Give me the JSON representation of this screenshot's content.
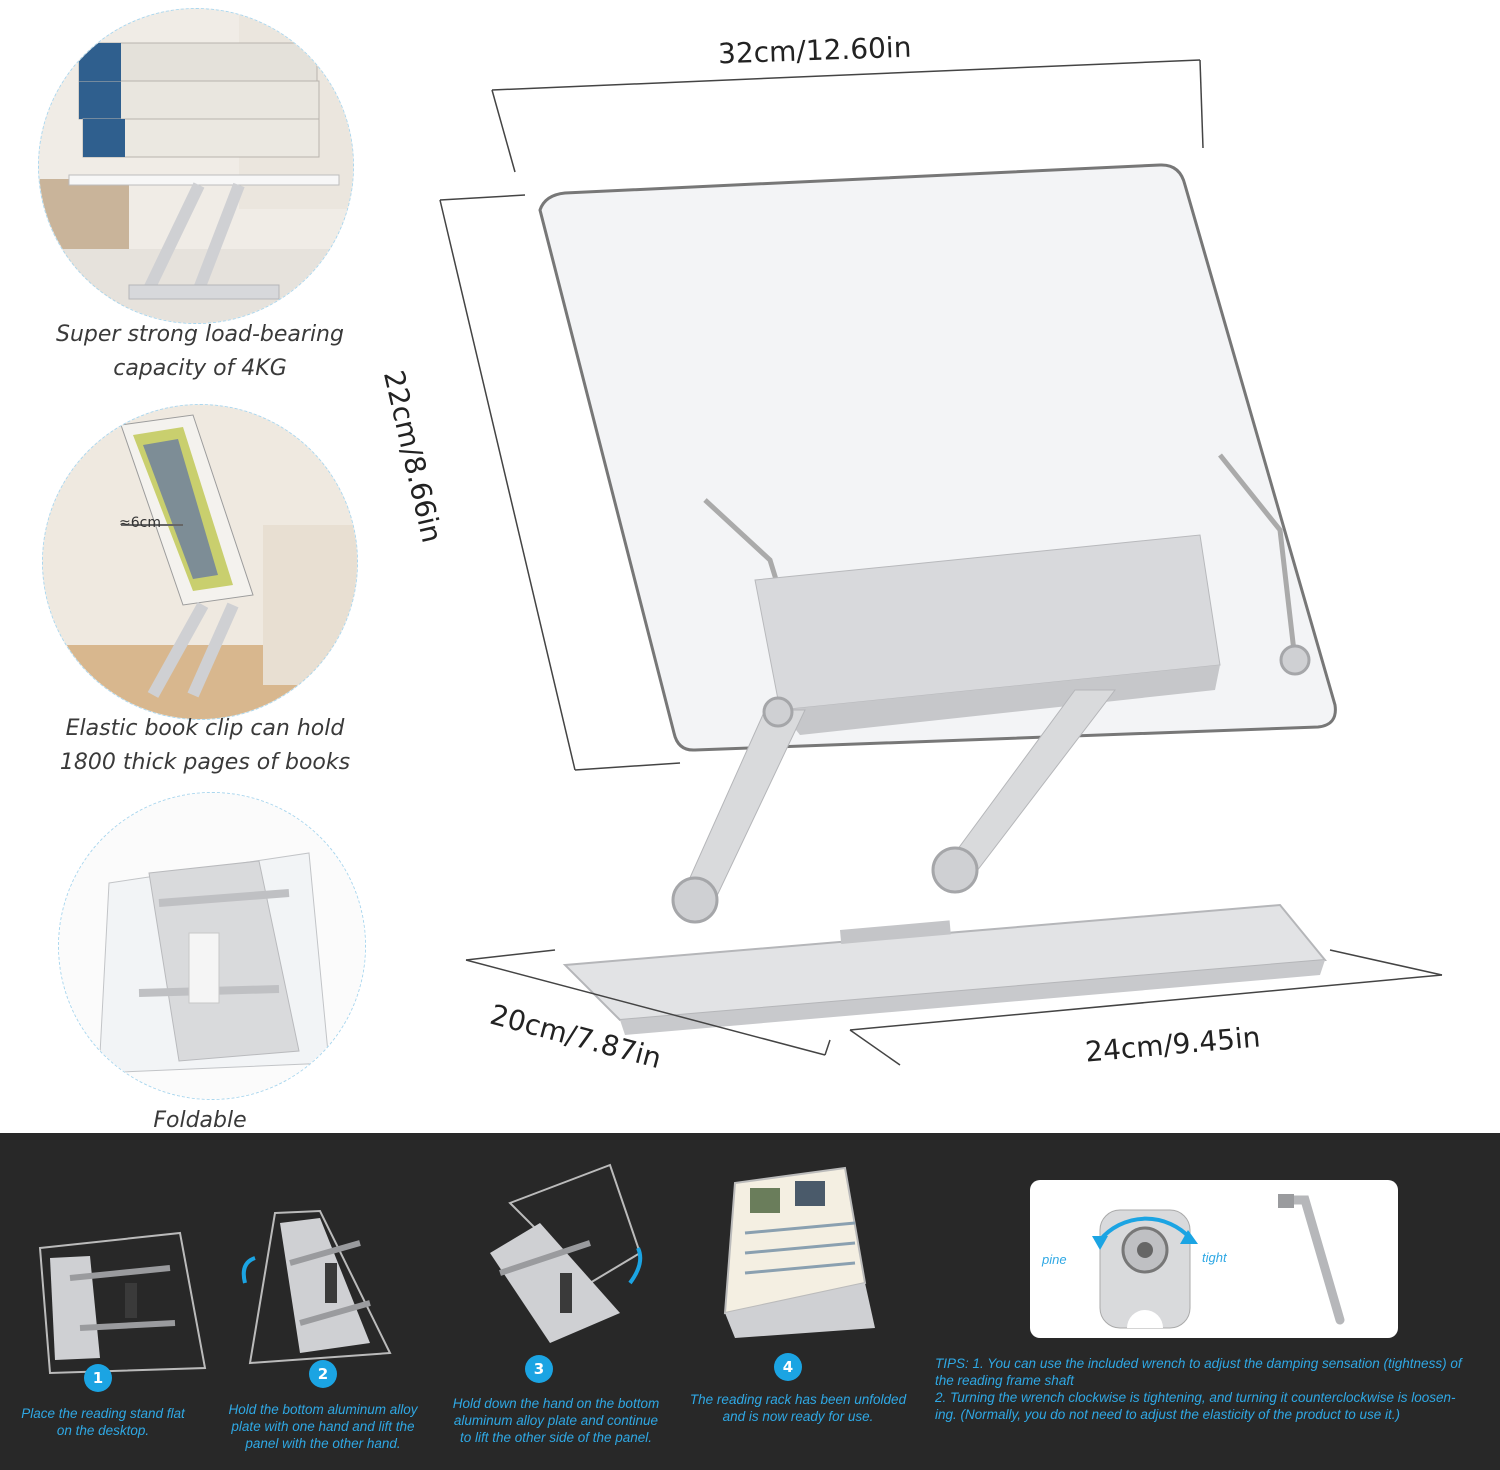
{
  "features": [
    {
      "caption_line1": "Super strong load-bearing",
      "caption_line2": "capacity of 4KG"
    },
    {
      "caption_line1": "Elastic book clip can hold",
      "caption_line2": "1800 thick pages of books",
      "clip_label": "≈6cm"
    },
    {
      "caption_line1": "Foldable",
      "caption_line2": ""
    }
  ],
  "dimensions": {
    "width_top": "32cm/12.60in",
    "height_left": "22cm/8.66in",
    "depth_base": "20cm/7.87in",
    "width_base": "24cm/9.45in"
  },
  "steps": [
    {
      "number": "1",
      "line1": "Place the reading stand flat",
      "line2": "on the desktop.",
      "line3": ""
    },
    {
      "number": "2",
      "line1": "Hold the bottom aluminum alloy",
      "line2": "plate with one hand and lift the",
      "line3": "panel with the other hand."
    },
    {
      "number": "3",
      "line1": "Hold down the hand on the bottom",
      "line2": "aluminum alloy plate and continue",
      "line3": "to lift the other side of the panel."
    },
    {
      "number": "4",
      "line1": "The reading rack has been unfolded",
      "line2": "and is now ready for use.",
      "line3": ""
    }
  ],
  "wrench": {
    "loose_label": "pine",
    "tight_label": "tight"
  },
  "tips": {
    "line1": "TIPS: 1. You can use the included wrench to adjust the damping sensation (tightness) of",
    "line2": "the reading frame shaft",
    "line3": "2. Turning the wrench clockwise is tightening, and turning it counterclockwise is loosen-",
    "line4": "ing. (Normally, you do not need to adjust the elasticity of the product to use it.)"
  },
  "colors": {
    "accent": "#1ba4e3",
    "band": "#282828",
    "metal": "#d9dadc"
  }
}
